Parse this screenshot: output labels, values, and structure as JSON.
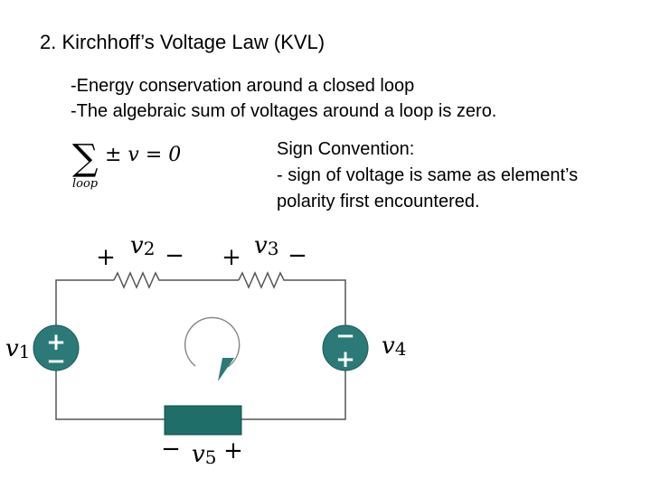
{
  "title": "2. Kirchhoff’s Voltage Law (KVL)",
  "bullets": [
    "-Energy conservation around a closed loop",
    "-The algebraic sum of voltages around a loop is zero."
  ],
  "equation": {
    "sum_symbol": "∑",
    "expression": "± v = 0",
    "subscript": "loop"
  },
  "sign_convention": {
    "heading": "Sign Convention:",
    "line1": " - sign of voltage is same as element’s",
    "line2": "polarity first encountered."
  },
  "circuit": {
    "v1": {
      "label": "v1",
      "name": "v",
      "sub": "1",
      "top_sign": "+",
      "bottom_sign": "−"
    },
    "v2": {
      "label": "v2",
      "name": "v",
      "sub": "2",
      "left_sign": "+",
      "right_sign": "−"
    },
    "v3": {
      "label": "v3",
      "name": "v",
      "sub": "3",
      "left_sign": "+",
      "right_sign": "−"
    },
    "v4": {
      "label": "v4",
      "name": "v",
      "sub": "4",
      "top_sign": "−",
      "bottom_sign": "+"
    },
    "v5": {
      "label": "v5",
      "name": "v",
      "sub": "5",
      "left_sign": "−",
      "right_sign": "+"
    },
    "colors": {
      "source": "#2b7a78",
      "element_box": "#1f6e6a",
      "wire": "#555555"
    }
  }
}
